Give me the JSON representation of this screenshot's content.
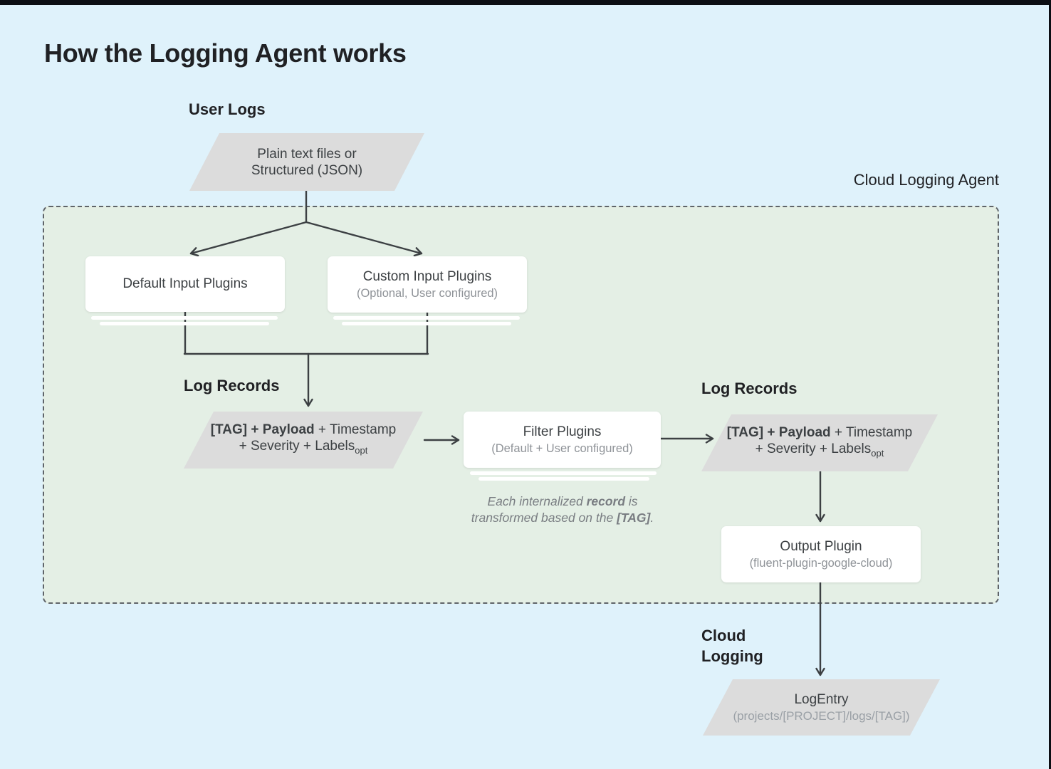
{
  "title": "How the Logging Agent works",
  "section_labels": {
    "user_logs": "User Logs",
    "cloud_logging_agent": "Cloud Logging Agent",
    "log_records_left": "Log Records",
    "log_records_right": "Log Records",
    "cloud_logging_line1": "Cloud",
    "cloud_logging_line2": "Logging"
  },
  "nodes": {
    "user_input": {
      "line1": "Plain text files or",
      "line2": "Structured (JSON)"
    },
    "default_input_plugins": {
      "title": "Default Input Plugins"
    },
    "custom_input_plugins": {
      "title": "Custom Input Plugins",
      "subtitle": "(Optional, User configured)"
    },
    "log_record": {
      "bold": "[TAG] + Payload",
      "rest": " + Timestamp",
      "line2": "+ Severity + Labels",
      "subscript": "opt"
    },
    "filter_plugins": {
      "title": "Filter Plugins",
      "subtitle": "(Default + User configured)"
    },
    "output_plugin": {
      "title": "Output Plugin",
      "subtitle": "(fluent-plugin-google-cloud)"
    },
    "log_entry": {
      "title": "LogEntry",
      "subtitle": "(projects/[PROJECT]/logs/[TAG])"
    }
  },
  "note": {
    "line1_pre": "Each internalized ",
    "line1_bold": "record",
    "line1_post": " is",
    "line2_pre": "transformed based on the ",
    "line2_bold": "[TAG]",
    "line2_post": "."
  },
  "colors": {
    "background": "#dff2fb",
    "agent_box_fill": "#e4efe5",
    "agent_box_border": "#5f6469",
    "parallelogram_fill": "#dcdcdc",
    "node_fill": "#ffffff",
    "arrow": "#3c4043",
    "text_primary": "#3c4043",
    "text_secondary": "#8f9398",
    "note_text": "#797d82",
    "top_bar": "#0c0f14"
  }
}
